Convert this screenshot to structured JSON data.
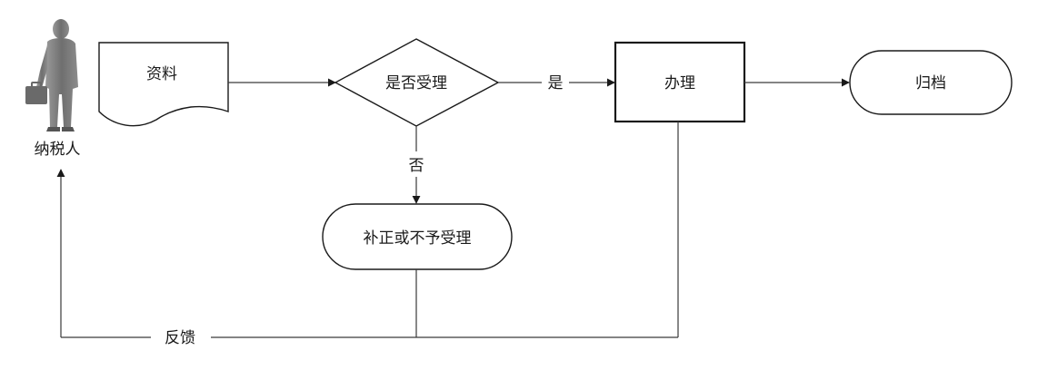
{
  "nodes": {
    "taxpayer": "纳税人",
    "materials": "资料",
    "accept_decision": "是否受理",
    "process": "办理",
    "archive": "归档",
    "correct_or_reject": "补正或不予受理"
  },
  "edges": {
    "yes": "是",
    "no": "否",
    "feedback": "反馈"
  },
  "icons": {
    "taxpayer_icon": "businessman-silhouette-icon"
  },
  "colors": {
    "stroke": "#1a1a1a",
    "figure": "#7a7a7a"
  }
}
